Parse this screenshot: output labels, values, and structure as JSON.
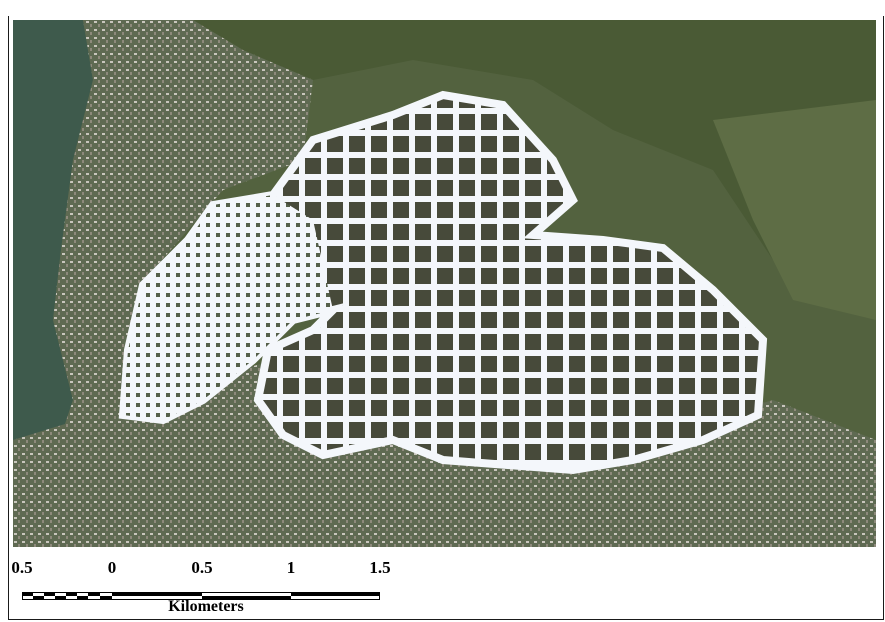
{
  "map": {
    "imagery": "aerial-photograph",
    "overlay": "modelled-flood-extent-grid",
    "overlay_color": "#f4f7fb"
  },
  "scale_bar": {
    "ticks": [
      "0.5",
      "0",
      "0.5",
      "1",
      "1.5"
    ],
    "unit": "Kilometers"
  }
}
